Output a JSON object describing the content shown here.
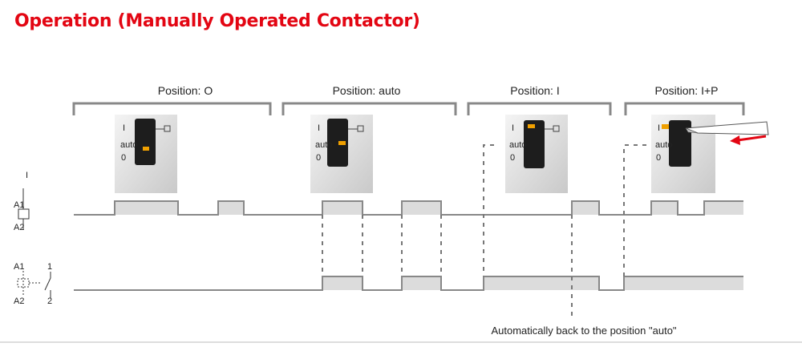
{
  "title": "Operation (Manually Operated Contactor)",
  "colors": {
    "title": "#e30613",
    "arrow": "#e30613",
    "line": "#888888",
    "pulse": "#dcdcdc"
  },
  "positions": [
    {
      "label": "Position: O"
    },
    {
      "label": "Position: auto"
    },
    {
      "label": "Position: I"
    },
    {
      "label": "Position: I+P"
    }
  ],
  "coil_symbol": {
    "pin1": "A1",
    "pin2": "A2",
    "mark": "I"
  },
  "contact_symbol": {
    "pin1": "A1",
    "pin2": "A2",
    "term1": "1",
    "term2": "2"
  },
  "switch_labels": {
    "on": "I",
    "auto": "auto",
    "off": "0"
  },
  "note": "Automatically back to the position \"auto\""
}
